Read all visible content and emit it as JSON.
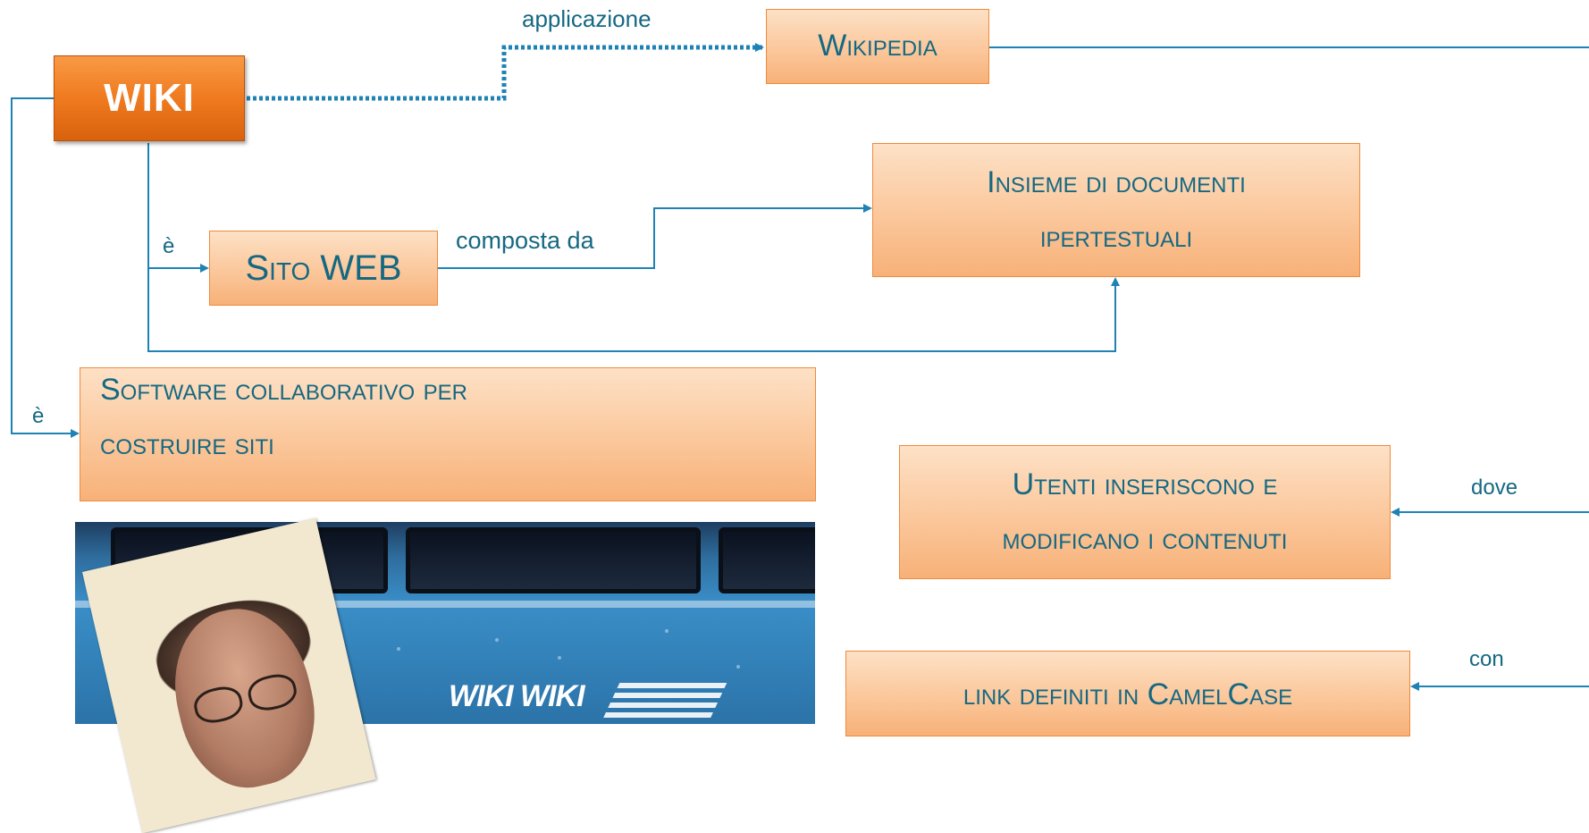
{
  "nodes": {
    "wiki": "WIKI",
    "wikipedia": "Wikipedia",
    "sito_web": "Sito WEB",
    "insieme_line1": "Insieme di documenti",
    "insieme_line2": "ipertestuali",
    "software_line1": "Software collaborativo per",
    "software_line2": "costruire siti",
    "utenti_line1": "Utenti inseriscono e",
    "utenti_line2": "modificano i contenuti",
    "link": "link definiti in CamelCase"
  },
  "edge_labels": {
    "applicazione": "applicazione",
    "e_sito": "è",
    "e_software": "è",
    "composta_da": "composta da",
    "dove": "dove",
    "con": "con"
  },
  "photo": {
    "bus_text": "WIKI WIKI"
  },
  "colors": {
    "line": "#1f82b5",
    "text": "#156882",
    "node_fill": "#fbc79b",
    "node_border": "#f08a3c",
    "main_fill": "#ef7a1f"
  },
  "icons": [
    "arrow-head-icon"
  ]
}
